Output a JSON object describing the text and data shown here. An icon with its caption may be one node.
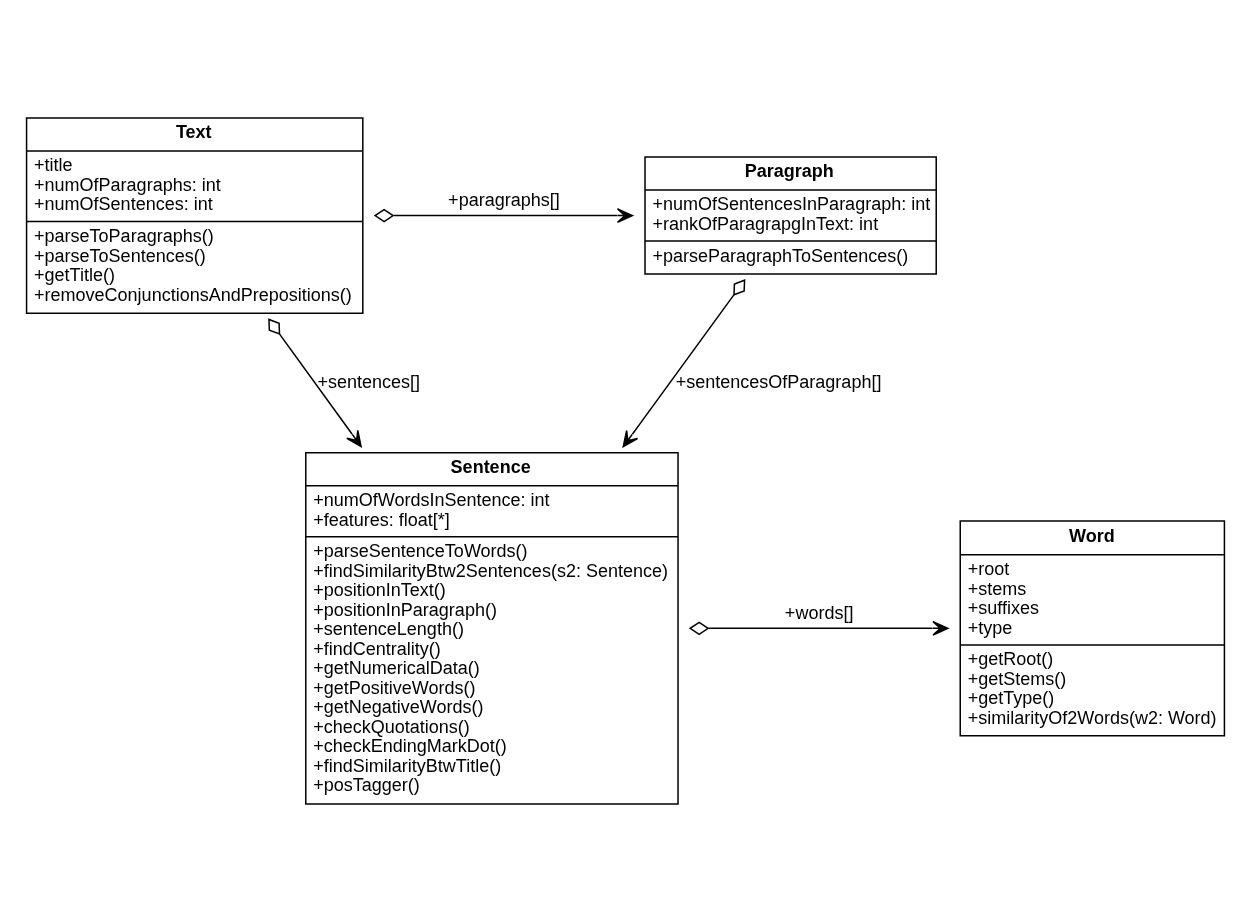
{
  "diagram": {
    "nodes": [
      {
        "text": [
          "Text",
          "+title",
          "+numOfParagraphs: int",
          "+numOfSentences: int",
          "+parseToParagraphs()",
          "+parseToSentences()",
          "+getTitle()",
          "+removeConjunctionsAndPrepositions()"
        ]
      },
      {
        "text": [
          "Paragraph",
          "+numOfSentencesInParagraph: int",
          "+rankOfParagrapgInText: int",
          "+parseParagraphToSentences()"
        ]
      },
      {
        "text": [
          "Word",
          "+root",
          "+stems",
          "+suffixes",
          "+type",
          "+getRoot()",
          "+getStems()",
          "+getType()",
          "+similarityOf2Words(w2: Word)"
        ]
      },
      {
        "text": [
          "Sentence",
          "+numOfWordsInSentence: int",
          "+features: float[*]",
          "+parseSentenceToWords()",
          "+findSimilarityBtw2Sentences(s2: Sentence)",
          "+positionInText()",
          "+positionInParagraph()",
          "+sentenceLength()",
          "+findCentrality()",
          "+getNumericalData()",
          "+getPositiveWords()",
          "+getNegativeWords()",
          "+checkQuotations()",
          "+checkEndingMarkDot()",
          "+findSimilarityBtwTitle()",
          "+posTagger()"
        ]
      }
    ],
    "edges": [
      {
        "from": 0,
        "to": 1,
        "arrow": "to",
        "label": "+paragraphs[]"
      },
      {
        "from": 0,
        "to": 3,
        "arrow": "to",
        "label": "+sentences[]"
      },
      {
        "from": 1,
        "to": 3,
        "arrow": "to",
        "label": "+sentencesOfParagraph[]"
      },
      {
        "from": 3,
        "to": 2,
        "arrow": "to",
        "label": "+words[]"
      }
    ]
  }
}
